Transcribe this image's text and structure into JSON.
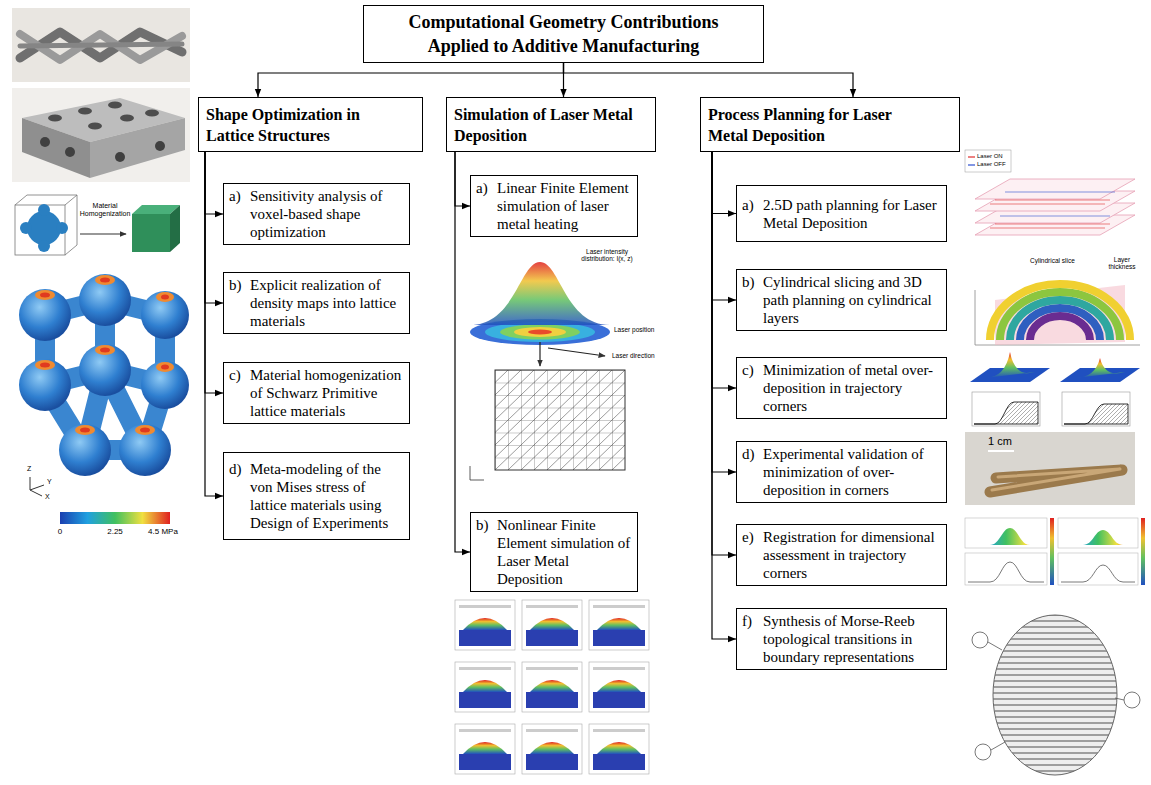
{
  "diagram": {
    "nodes": [
      {
        "text": [
          "Computational Geometry Contributions Applied to Additive Manufacturing"
        ]
      },
      {
        "text": [
          "Shape Optimization in Lattice Structures"
        ]
      },
      {
        "text": [
          "Simulation of Laser Metal Deposition"
        ]
      },
      {
        "text": [
          "Process Planning for Laser Metal Deposition"
        ]
      },
      {
        "text": [
          "a)",
          "Sensitivity analysis of voxel-based shape optimization"
        ]
      },
      {
        "text": [
          "b)",
          "Explicit realization of density maps into lattice materials"
        ]
      },
      {
        "text": [
          "c)",
          "Material homogenization of Schwarz Primitive lattice materials"
        ]
      },
      {
        "text": [
          "d)",
          "Meta-modeling of the von Mises stress of lattice materials using Design of Experiments"
        ]
      },
      {
        "text": [
          "a)",
          "Linear Finite Element simulation of laser metal heating"
        ]
      },
      {
        "text": [
          "b)",
          "Nonlinear Finite Element simulation of Laser Metal Deposition"
        ]
      },
      {
        "text": [
          "a)",
          "2.5D path planning for Laser Metal Deposition"
        ]
      },
      {
        "text": [
          "b)",
          "Cylindrical slicing and 3D path planning on cylindrical layers"
        ]
      },
      {
        "text": [
          "c)",
          "Minimization of metal over-deposition in trajectory corners"
        ]
      },
      {
        "text": [
          "d)",
          "Experimental validation of minimization of over-deposition in corners"
        ]
      },
      {
        "text": [
          "e)",
          "Registration for dimensional assessment in trajectory corners"
        ]
      },
      {
        "text": [
          "f)",
          "Synthesis of Morse-Reeb topological transitions in boundary representations"
        ]
      }
    ],
    "edges": [
      {
        "from": 0,
        "to": 1,
        "arrow": "to"
      },
      {
        "from": 0,
        "to": 2,
        "arrow": "to"
      },
      {
        "from": 0,
        "to": 3,
        "arrow": "to"
      },
      {
        "from": 1,
        "to": 4,
        "arrow": "to"
      },
      {
        "from": 1,
        "to": 5,
        "arrow": "to"
      },
      {
        "from": 1,
        "to": 6,
        "arrow": "to"
      },
      {
        "from": 1,
        "to": 7,
        "arrow": "to"
      },
      {
        "from": 2,
        "to": 8,
        "arrow": "to"
      },
      {
        "from": 2,
        "to": 9,
        "arrow": "to"
      },
      {
        "from": 3,
        "to": 10,
        "arrow": "to"
      },
      {
        "from": 3,
        "to": 11,
        "arrow": "to"
      },
      {
        "from": 3,
        "to": 12,
        "arrow": "to"
      },
      {
        "from": 3,
        "to": 13,
        "arrow": "to"
      },
      {
        "from": 3,
        "to": 14,
        "arrow": "to"
      },
      {
        "from": 3,
        "to": 15,
        "arrow": "to"
      }
    ],
    "labels": [
      "Material Homogenization",
      "Z",
      "Y",
      "X",
      "0",
      "2.25",
      "4.5 MPa",
      "Laser intensity distribution: I(x, z)",
      "Laser position",
      "Laser direction",
      "Laser ON",
      "Laser OFF",
      "Cylindrical slice",
      "Layer thickness",
      "1 cm"
    ]
  }
}
